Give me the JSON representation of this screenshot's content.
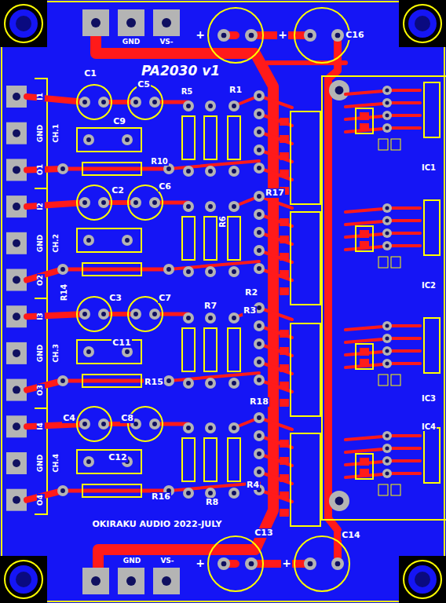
{
  "diagram": {
    "title": "PA2030 v1",
    "labels": [
      "GND",
      "VS-",
      "+",
      "+",
      "C16",
      "C1",
      "C5",
      "R5",
      "R1",
      "C9",
      "R10",
      "C2",
      "C6",
      "R17",
      "R6",
      "R14",
      "R2",
      "C3",
      "C7",
      "R7",
      "R3",
      "C11",
      "R15",
      "R18",
      "C4",
      "C8",
      "C12",
      "R16",
      "R8",
      "R4",
      "IC1",
      "IC2",
      "IC3",
      "IC4",
      "C13",
      "C14",
      "OKIRAKU AUDIO 2022-JULY",
      "GND",
      "VS-",
      "+",
      "+",
      "I1",
      "GND",
      "O1",
      "CH.1",
      "I2",
      "GND",
      "O2",
      "CH.2",
      "I3",
      "GND",
      "O3",
      "CH.3",
      "I4",
      "GND",
      "O4",
      "CH.4"
    ]
  }
}
